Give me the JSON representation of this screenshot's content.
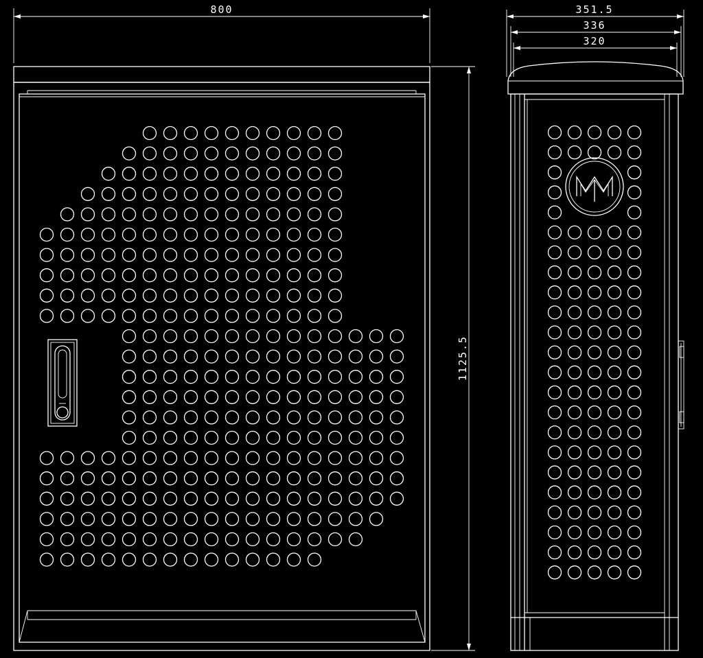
{
  "dimensions": {
    "front_width": "800",
    "front_height": "1125.5",
    "side_depth_outer": "351.5",
    "side_depth_mid": "336",
    "side_depth_inner": "320"
  },
  "colors": {
    "background": "#000000",
    "line": "#ffffff"
  },
  "icons": {
    "logo": "mm-logo-icon",
    "handle": "door-handle-icon"
  }
}
